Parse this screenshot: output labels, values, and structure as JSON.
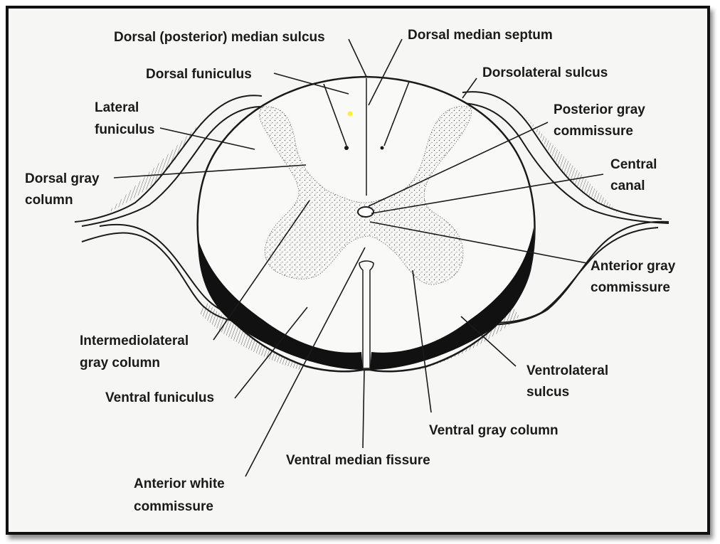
{
  "labels": {
    "dorsal_median_sulcus": "Dorsal (posterior) median sulcus",
    "dorsal_median_septum": "Dorsal median septum",
    "dorsal_funiculus": "Dorsal funiculus",
    "dorsolateral_sulcus": "Dorsolateral sulcus",
    "lateral_funiculus_1": "Lateral",
    "lateral_funiculus_2": "funiculus",
    "posterior_gray_commissure_1": "Posterior gray",
    "posterior_gray_commissure_2": "commissure",
    "central_canal_1": "Central",
    "central_canal_2": "canal",
    "dorsal_gray_column_1": "Dorsal gray",
    "dorsal_gray_column_2": "column",
    "anterior_gray_commissure_1": "Anterior gray",
    "anterior_gray_commissure_2": "commissure",
    "intermediolateral_1": "Intermediolateral",
    "intermediolateral_2": "gray column",
    "ventrolateral_sulcus_1": "Ventrolateral",
    "ventrolateral_sulcus_2": "sulcus",
    "ventral_funiculus": "Ventral funiculus",
    "ventral_gray_column": "Ventral gray column",
    "ventral_median_fissure": "Ventral median fissure",
    "anterior_white_commissure_1": "Anterior white",
    "anterior_white_commissure_2": "commissure"
  },
  "colors": {
    "ink": "#1a1a1a",
    "paper": "#f6f6f4",
    "stipple": "#555555",
    "yellow_dot": "#ffee33"
  }
}
